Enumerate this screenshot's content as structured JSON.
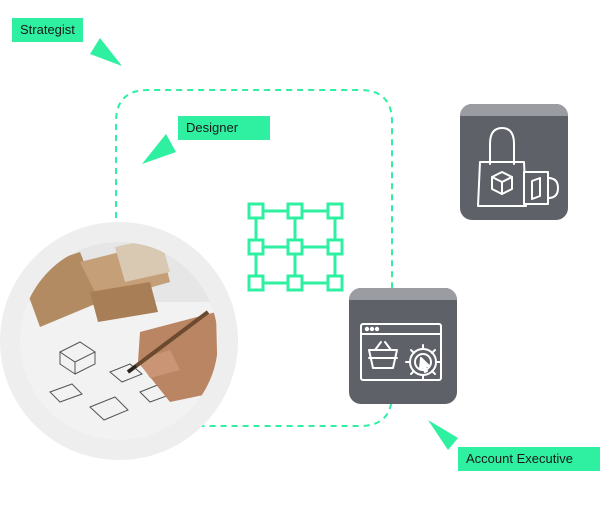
{
  "labels": {
    "strategist": "Strategist",
    "designer": "Designer",
    "account_executive": "Account Executive"
  },
  "colors": {
    "accent": "#2ef0a0",
    "card_bg": "#5f6168",
    "card_top": "#9a9ca2",
    "ring": "#eeeeef",
    "icon_line": "#ffffff"
  },
  "icons": {
    "grid": "node-grid-icon",
    "merch": "tote-bag-mug-icon",
    "ecommerce": "browser-cart-gear-icon",
    "photo": "designer-sketching-photo"
  }
}
